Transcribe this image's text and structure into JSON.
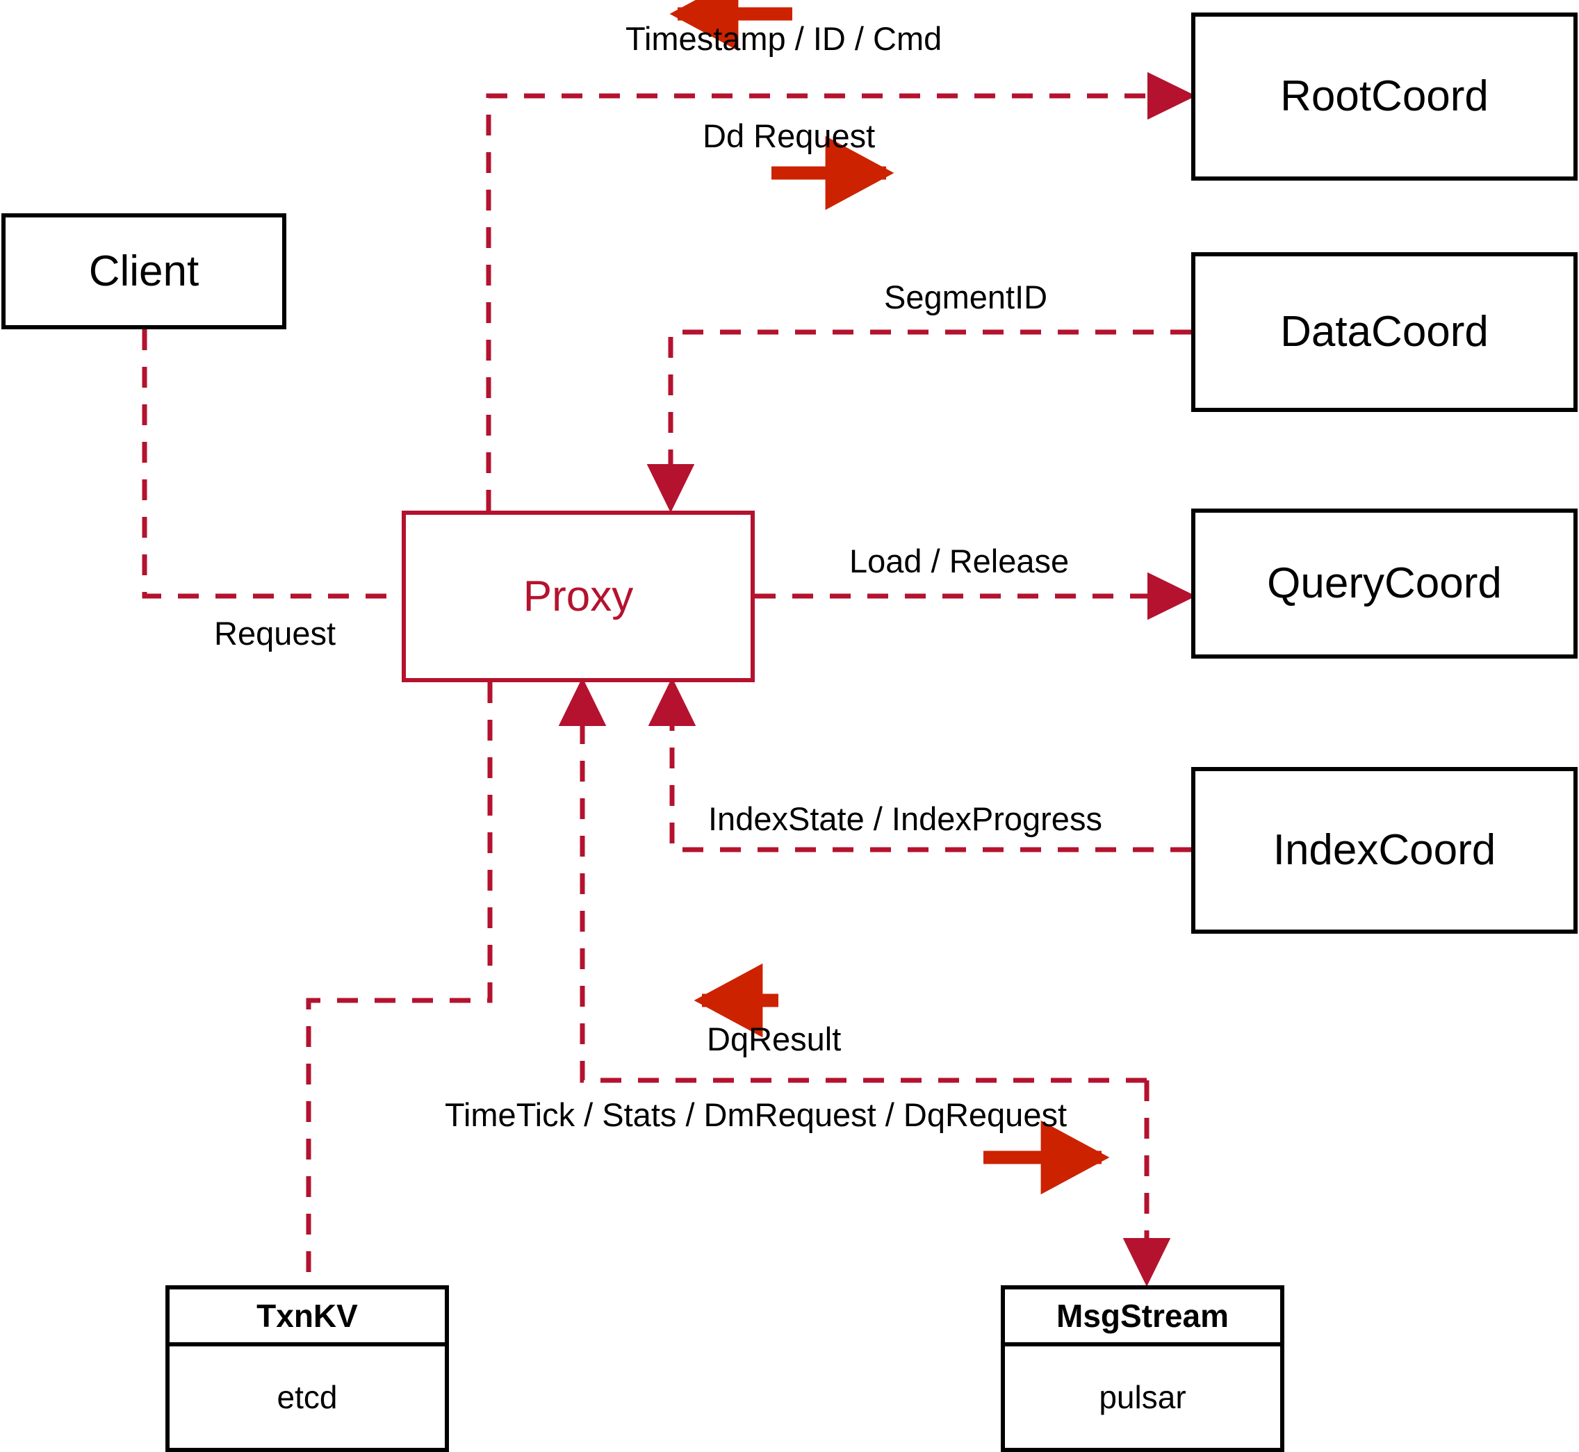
{
  "diagram": {
    "title": "Milvus Proxy interaction diagram",
    "accent_red": "#b4122e",
    "arrow_red": "#cc2200",
    "node_black": "#000000"
  },
  "nodes": {
    "client": {
      "label": "Client"
    },
    "proxy": {
      "label": "Proxy"
    },
    "root_coord": {
      "label": "RootCoord"
    },
    "data_coord": {
      "label": "DataCoord"
    },
    "query_coord": {
      "label": "QueryCoord"
    },
    "index_coord": {
      "label": "IndexCoord"
    },
    "txn_kv": {
      "header": "TxnKV",
      "body": "etcd"
    },
    "msg_stream": {
      "header": "MsgStream",
      "body": "pulsar"
    }
  },
  "edge_labels": {
    "timestamp_id_cmd": "Timestamp / ID / Cmd",
    "dd_request": "Dd Request",
    "segment_id": "SegmentID",
    "request": "Request",
    "load_release": "Load / Release",
    "index_state_progress": "IndexState / IndexProgress",
    "dq_result": "DqResult",
    "timetick_stats": "TimeTick / Stats / DmRequest / DqRequest"
  }
}
